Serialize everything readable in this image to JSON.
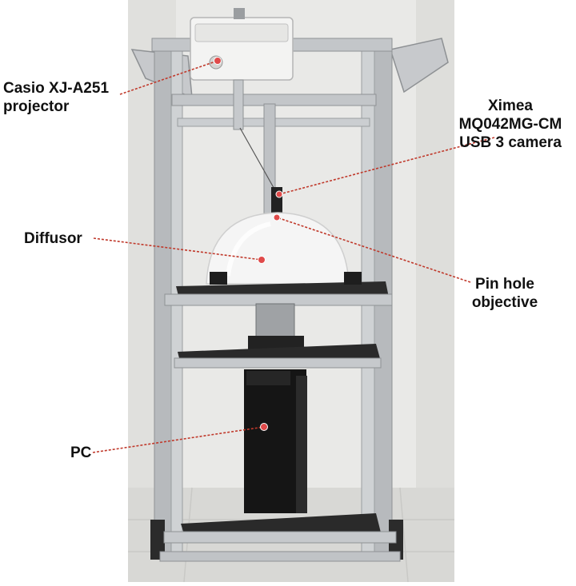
{
  "colors": {
    "leader_line": "#c0392b",
    "marker_dot": "#e04a4a",
    "photo_backdrop": "#e8e8e6",
    "aluminium_frame": "#b9bcbf",
    "diffusor": "#f4f4f4",
    "pc_case": "#141414"
  },
  "labels": {
    "projector": [
      "Casio XJ-A251",
      "projector"
    ],
    "camera": [
      "Ximea",
      "MQ042MG-CM",
      "USB 3 camera"
    ],
    "diffusor": [
      "Diffusor"
    ],
    "pinhole": [
      "Pin hole",
      "objective"
    ],
    "pc": [
      "PC"
    ]
  }
}
